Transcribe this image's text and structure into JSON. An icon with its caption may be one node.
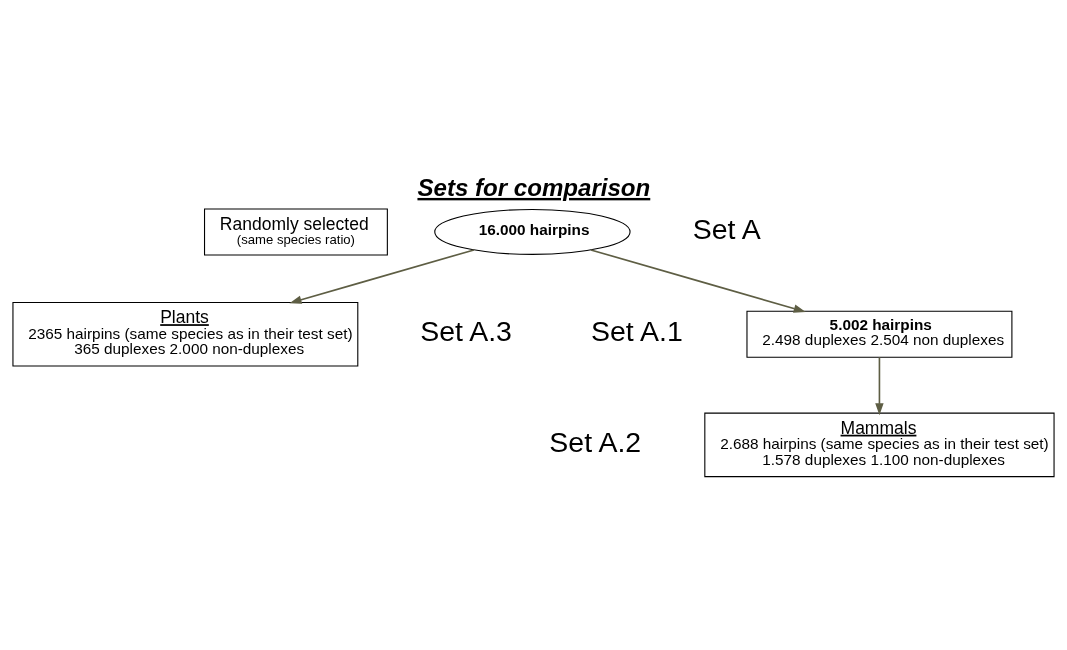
{
  "diagram": {
    "title": "Sets for comparison",
    "nodes": [
      {
        "text": [
          "16.000 hairpins"
        ],
        "beside": [
          "Set A"
        ]
      },
      {
        "text": [
          "Randomly selected",
          "(same species ratio)"
        ]
      },
      {
        "text": [
          "5.002 hairpins",
          "2.498 duplexes 2.504 non duplexes"
        ],
        "beside": [
          "Set A.1"
        ]
      },
      {
        "text": [
          "Plants",
          "2365 hairpins (same species as in their test set)",
          "365 duplexes 2.000 non-duplexes"
        ],
        "beside": [
          "Set A.3"
        ]
      },
      {
        "text": [
          "Mammals",
          "2.688 hairpins (same species as in their test set)",
          "1.578 duplexes 1.100 non-duplexes"
        ],
        "beside": [
          "Set A.2"
        ]
      }
    ],
    "edges": [
      {
        "from": 0,
        "to": 2,
        "arrow": "to"
      },
      {
        "from": 0,
        "to": 3,
        "arrow": "to"
      },
      {
        "from": 2,
        "to": 4,
        "arrow": "to"
      }
    ]
  }
}
